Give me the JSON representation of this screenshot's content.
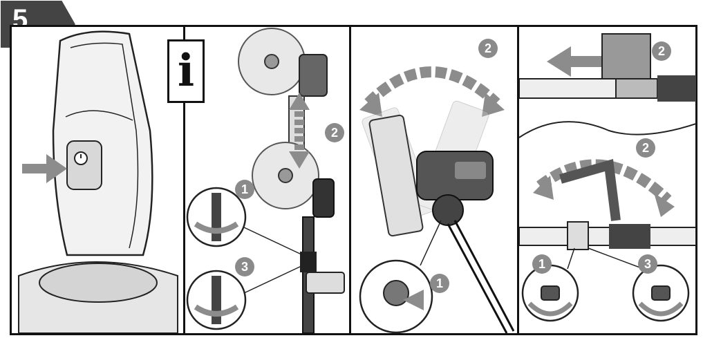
{
  "step": {
    "number": "5"
  },
  "panels": [
    {
      "id": "power-button-panel"
    },
    {
      "id": "info-panel",
      "info_symbol": "i",
      "callouts": [
        "2",
        "1",
        "3"
      ]
    },
    {
      "id": "head-rotate-panel",
      "callouts": [
        "2",
        "1"
      ]
    },
    {
      "id": "handle-panel",
      "callouts": [
        "2",
        "2",
        "1",
        "3"
      ]
    }
  ],
  "colors": {
    "frame": "#111111",
    "badge": "#444444",
    "callout": "#8a8a8a",
    "arrow": "#8c8c8c"
  }
}
